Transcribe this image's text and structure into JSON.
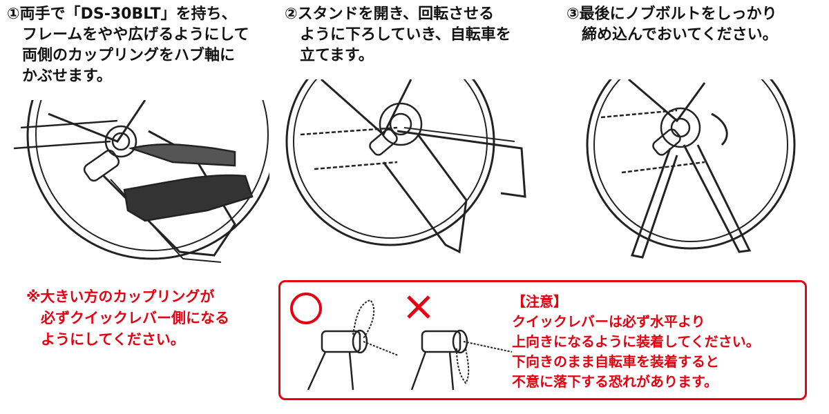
{
  "steps": [
    {
      "text": "①両手で「DS-30BLT」を持ち、\n　フレームをやや広げるようにして\n　両側のカップリングをハブ軸に\n　かぶせます。"
    },
    {
      "text": "②スタンドを開き、回転させる\n　ように下ろしていき、自転車を\n　立てます。"
    },
    {
      "text": "③最後にノブボルトをしっかり\n　締め込んでおいてください。"
    }
  ],
  "note": "※大きい方のカップリングが\n　必ずクイックレバー側になる\n　ようにしてください。",
  "caution": {
    "title": "【注意】",
    "body": "クイックレバーは必ず水平より\n上向きになるように装着してください。\n下向きのまま自転車を装着すると\n不意に落下する恐れがあります。"
  },
  "colors": {
    "warning": "#e60012",
    "text": "#111111",
    "line": "#222222"
  }
}
